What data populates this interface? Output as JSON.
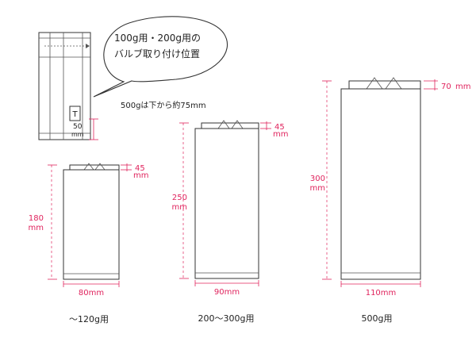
{
  "callout": {
    "line1": "100g用・200g用の",
    "line2": "バルブ取り付け位置"
  },
  "note_500g": "500gは下から約75mm",
  "valve_detail": {
    "valve_mark": "T",
    "offset_value": "50",
    "offset_unit": "mm"
  },
  "bags": [
    {
      "id": "small",
      "caption": "〜120g用",
      "height_value": "180",
      "width_label": "80mm",
      "seal_value": "45",
      "unit": "mm"
    },
    {
      "id": "medium",
      "caption": "200〜300g用",
      "height_value": "250",
      "width_label": "90mm",
      "seal_value": "45",
      "unit": "mm"
    },
    {
      "id": "large",
      "caption": "500g用",
      "height_value": "300",
      "width_label": "110mm",
      "seal_value": "70",
      "unit": "mm"
    }
  ],
  "colors": {
    "dimension": "#e0245e",
    "outline": "#333333"
  }
}
